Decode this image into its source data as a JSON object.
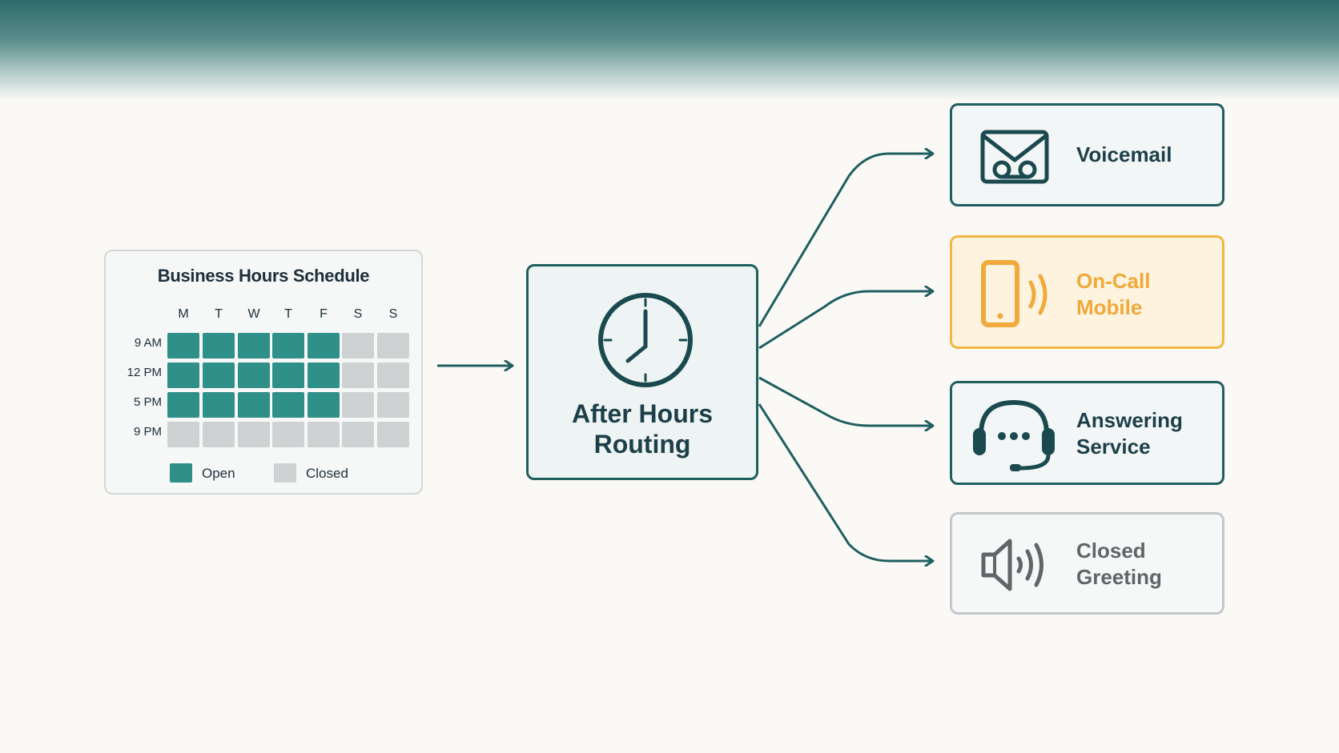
{
  "colors": {
    "teal": "#1f5f5f",
    "open": "#2f8f89",
    "closed": "#cfd2d3",
    "amber": "#f2b741",
    "grey": "#5f6568"
  },
  "schedule": {
    "title": "Business Hours Schedule",
    "days": [
      "M",
      "T",
      "W",
      "T",
      "F",
      "S",
      "S"
    ],
    "times": [
      "9 AM",
      "12 PM",
      "5 PM",
      "9 PM"
    ],
    "grid": [
      [
        "open",
        "open",
        "open",
        "open",
        "open",
        "closed",
        "closed"
      ],
      [
        "open",
        "open",
        "open",
        "open",
        "open",
        "closed",
        "closed"
      ],
      [
        "open",
        "open",
        "open",
        "open",
        "open",
        "closed",
        "closed"
      ],
      [
        "closed",
        "closed",
        "closed",
        "closed",
        "closed",
        "closed",
        "closed"
      ]
    ],
    "legend": {
      "open": "Open",
      "closed": "Closed"
    }
  },
  "router": {
    "line1": "After Hours",
    "line2": "Routing",
    "icon": "clock-icon"
  },
  "destinations": [
    {
      "id": "voicemail",
      "line1": "Voicemail",
      "line2": "",
      "icon": "voicemail-icon"
    },
    {
      "id": "oncall",
      "line1": "On-Call",
      "line2": "Mobile",
      "icon": "mobile-phone-icon"
    },
    {
      "id": "answering",
      "line1": "Answering",
      "line2": "Service",
      "icon": "headset-icon"
    },
    {
      "id": "closed",
      "line1": "Closed",
      "line2": "Greeting",
      "icon": "speaker-icon"
    }
  ]
}
